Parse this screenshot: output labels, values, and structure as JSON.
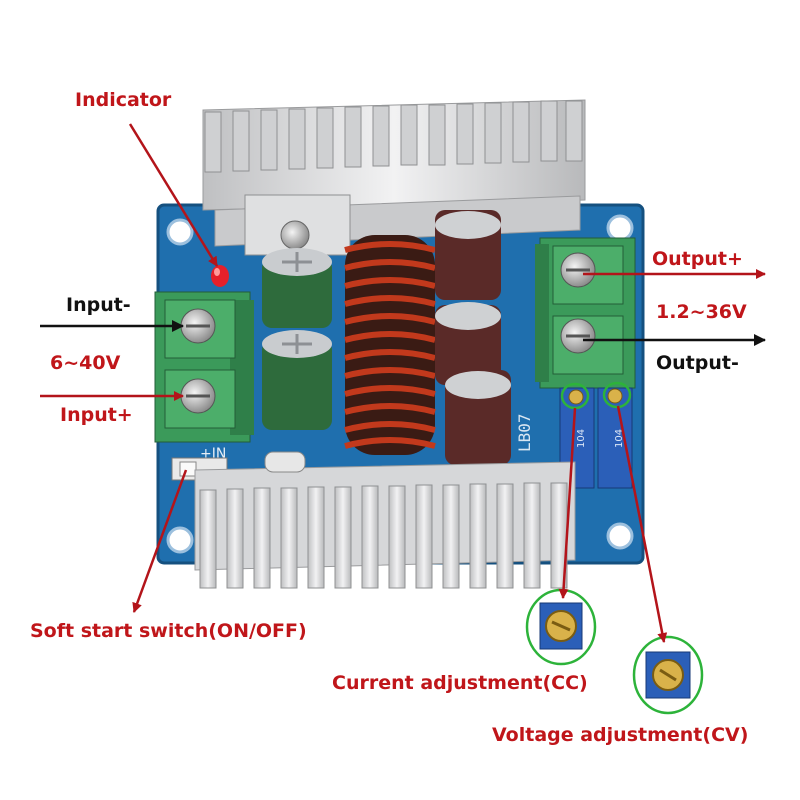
{
  "labels": {
    "indicator": "Indicator",
    "input_minus": "Input-",
    "input_voltage": "6~40V",
    "input_plus": "Input+",
    "output_plus": "Output+",
    "output_voltage": "1.2~36V",
    "output_minus": "Output-",
    "soft_start": "Soft start switch(ON/OFF)",
    "current_adj": "Current adjustment(CC)",
    "voltage_adj": "Voltage adjustment(CV)"
  },
  "silkscreen": {
    "plus_in": "+IN",
    "board_id": "LB07",
    "pot_marking": "104"
  },
  "colors": {
    "pcb": "#1f6fae",
    "heatsink": "#d9dadb",
    "terminal": "#3b9a5a",
    "arrow_red": "#b3141a",
    "arrow_black": "#111111",
    "highlight_green": "#2db33a",
    "pot_blue": "#2b5fb8"
  }
}
